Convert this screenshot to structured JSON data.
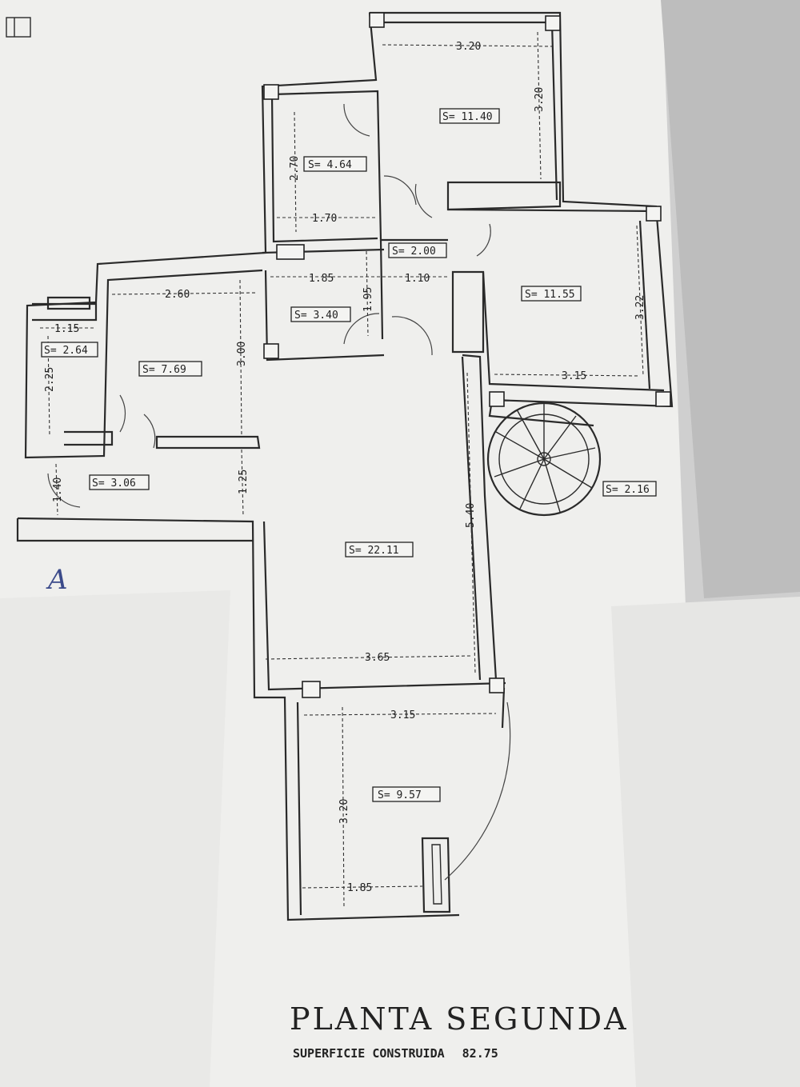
{
  "plan": {
    "title": "PLANTA SEGUNDA",
    "subtitle_label": "SUPERFICIE CONSTRUIDA",
    "subtitle_value": "82.75",
    "annotation": "A",
    "areas": [
      {
        "id": "area-11-40",
        "label": "S= 11.40"
      },
      {
        "id": "area-4-64",
        "label": "S= 4.64"
      },
      {
        "id": "area-2-00",
        "label": "S= 2.00"
      },
      {
        "id": "area-11-55",
        "label": "S= 11.55"
      },
      {
        "id": "area-3-40",
        "label": "S= 3.40"
      },
      {
        "id": "area-7-69",
        "label": "S= 7.69"
      },
      {
        "id": "area-2-64",
        "label": "S= 2.64"
      },
      {
        "id": "area-3-06",
        "label": "S= 3.06"
      },
      {
        "id": "area-2-16",
        "label": "S= 2.16"
      },
      {
        "id": "area-22-11",
        "label": "S= 22.11"
      },
      {
        "id": "area-9-57",
        "label": "S= 9.57"
      }
    ],
    "dimensions": [
      {
        "id": "dim-3-20-top",
        "label": "3.20"
      },
      {
        "id": "dim-3-20-side",
        "label": "3.20"
      },
      {
        "id": "dim-2-70",
        "label": "2.70"
      },
      {
        "id": "dim-1-70",
        "label": "1.70"
      },
      {
        "id": "dim-1-85-top",
        "label": "1.85"
      },
      {
        "id": "dim-1-10",
        "label": "1.10"
      },
      {
        "id": "dim-1-95",
        "label": "1.95"
      },
      {
        "id": "dim-3-22",
        "label": "3.22"
      },
      {
        "id": "dim-3-15-top",
        "label": "3.15"
      },
      {
        "id": "dim-2-60",
        "label": "2.60"
      },
      {
        "id": "dim-3-00",
        "label": "3.00"
      },
      {
        "id": "dim-1-15",
        "label": "1.15"
      },
      {
        "id": "dim-2-25",
        "label": "2.25"
      },
      {
        "id": "dim-1-25",
        "label": "1.25"
      },
      {
        "id": "dim-1-40",
        "label": "1.40"
      },
      {
        "id": "dim-5-40",
        "label": "5.40"
      },
      {
        "id": "dim-3-65",
        "label": "3.65"
      },
      {
        "id": "dim-3-15-bottom",
        "label": "3.15"
      },
      {
        "id": "dim-3-20-bottom",
        "label": "3.20"
      },
      {
        "id": "dim-1-85-bottom",
        "label": "1.85"
      }
    ]
  }
}
